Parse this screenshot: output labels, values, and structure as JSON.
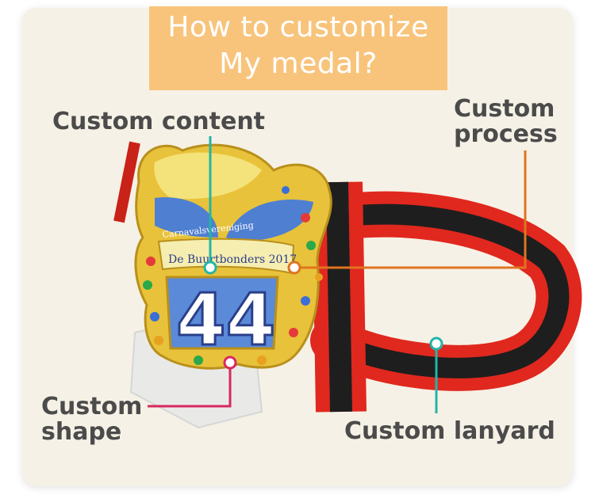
{
  "title": {
    "line1": "How to customize",
    "line2": "My medal?"
  },
  "labels": {
    "custom_content": "Custom content",
    "custom_process_line1": "Custom",
    "custom_process_line2": "process",
    "custom_shape_line1": "Custom",
    "custom_shape_line2": "shape",
    "custom_lanyard": "Custom lanyard"
  },
  "medal": {
    "banner_text": "De Buurtbonders 2017",
    "small_text": "Carnavalsvereniging",
    "number": "44"
  },
  "colors": {
    "content_line": "#22b5a8",
    "process_line": "#e0741f",
    "shape_line": "#d8285f",
    "lanyard_line": "#22b5a8",
    "title_bg": "#f8c47c",
    "lanyard_red": "#e0281e",
    "lanyard_black": "#1e1e1e",
    "medal_gold": "#e8c23a",
    "medal_blue": "#4f7fd1"
  }
}
